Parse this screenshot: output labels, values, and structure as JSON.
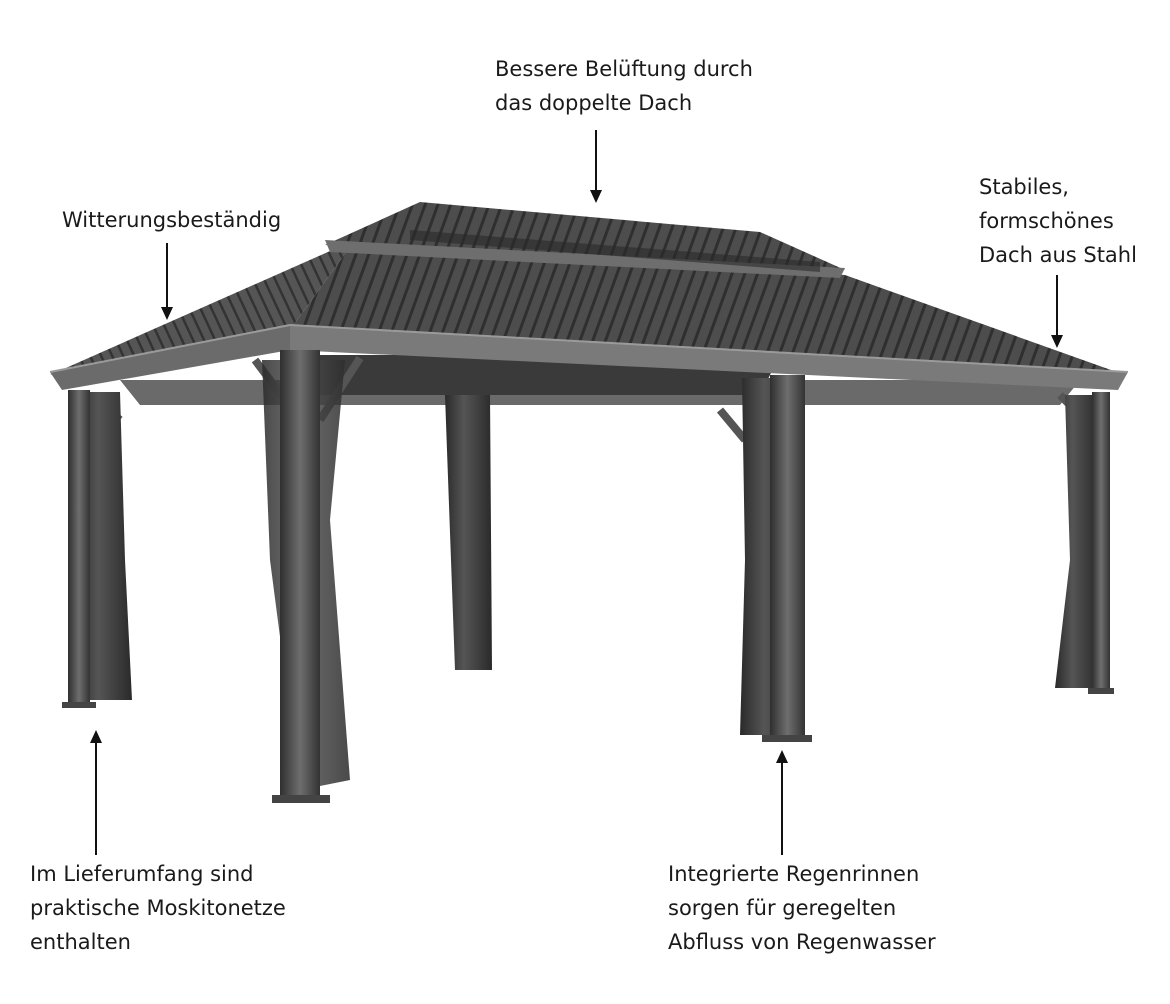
{
  "callouts": {
    "top": {
      "lines": [
        "Bessere Belüftung durch",
        "das doppelte Dach"
      ]
    },
    "left": {
      "lines": [
        "Witterungsbeständig"
      ]
    },
    "right": {
      "lines": [
        "Stabiles,",
        "formschönes",
        "Dach aus Stahl"
      ]
    },
    "bottom_left": {
      "lines": [
        "Im Lieferumfang sind",
        "praktische Moskitonetze",
        "enthalten"
      ]
    },
    "bottom_right": {
      "lines": [
        "Integrierte Regenrinnen",
        "sorgen für geregelten",
        "Abfluss von Regenwasser"
      ]
    }
  },
  "colors": {
    "roof": "#4a4a4a",
    "roof_dark": "#2e2e2e",
    "post": "#5a5a5a",
    "post_dark": "#3a3a3a",
    "curtain": "#3c3c3c",
    "text": "#1a1a1a"
  }
}
